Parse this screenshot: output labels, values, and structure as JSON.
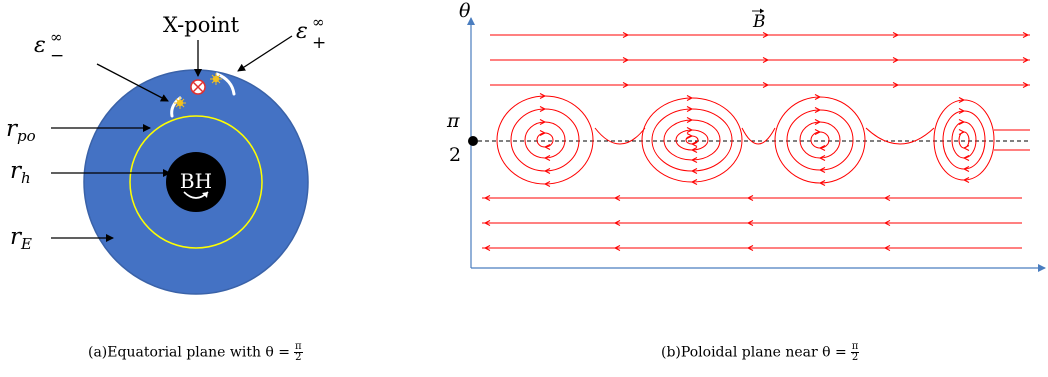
{
  "panel_a": {
    "xpoint_label": "X-point",
    "eps_minus_base": "ε",
    "eps_minus_sub": "−",
    "eps_minus_sup": "∞",
    "eps_plus_base": "ε",
    "eps_plus_sub": "+",
    "eps_plus_sup": "∞",
    "r_po_base": "r",
    "r_po_sub": "po",
    "r_h_base": "r",
    "r_h_sub": "h",
    "r_E_base": "r",
    "r_E_sub": "E",
    "bh_label": "BH",
    "caption_prefix": "(a)Equatorial plane with θ =",
    "caption_num": "π",
    "caption_den": "2",
    "colors": {
      "disk": "#4472c4",
      "disk_edge": "#3a62a8",
      "photon_orbit": "#ffff00",
      "black_hole": "#000000",
      "xpoint_marker": "#e03030"
    }
  },
  "panel_b": {
    "theta_axis_label": "θ",
    "field_label": "B",
    "pi_label": "π",
    "two_label": "2",
    "caption_prefix": "(b)Poloidal plane near θ =",
    "caption_num": "π",
    "caption_den": "2",
    "colors": {
      "field_line": "#ff0000",
      "axis": "#4a7dbf",
      "midplane": "#000000"
    }
  }
}
